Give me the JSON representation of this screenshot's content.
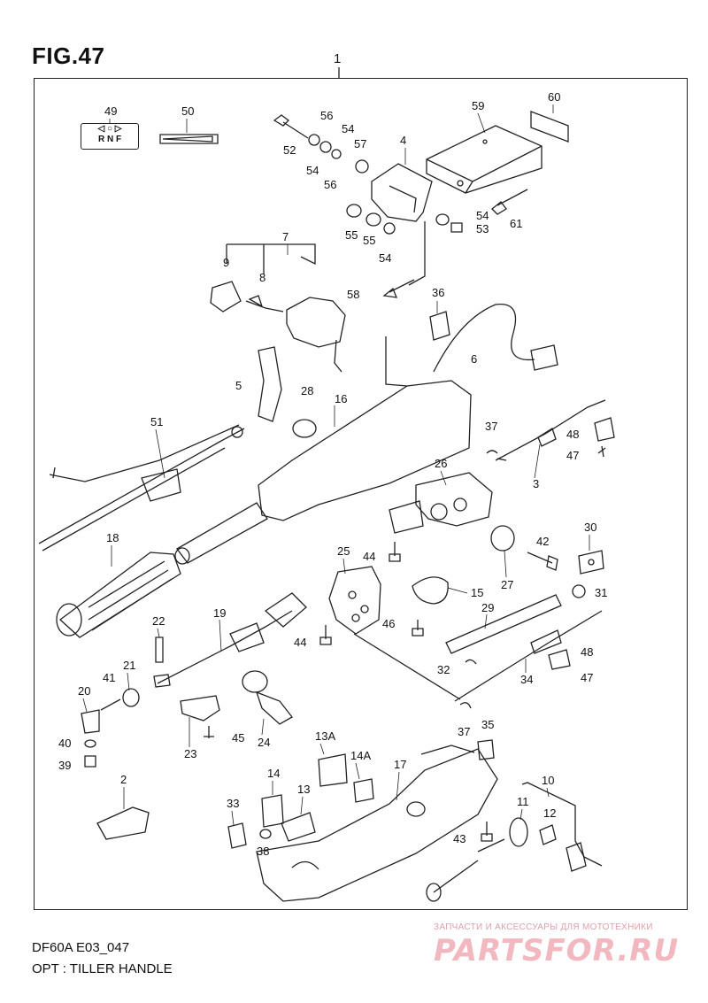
{
  "figure": {
    "title": "FIG.47",
    "main_ref": "1"
  },
  "footer": {
    "code": "DF60A E03_047",
    "caption": "OPT : TILLER HANDLE"
  },
  "watermark": {
    "tagline": "ЗАПЧАСТИ И АКСЕССУАРЫ ДЛЯ МОТОТЕХНИКИ",
    "logo": "PARTSFOR.RU"
  },
  "decal_49": {
    "top": "◁ ○ ▷",
    "bottom": "R N F"
  },
  "callouts": [
    "49",
    "50",
    "52",
    "56",
    "54",
    "57",
    "54",
    "56",
    "4",
    "59",
    "60",
    "61",
    "54",
    "53",
    "55",
    "55",
    "54",
    "7",
    "9",
    "8",
    "58",
    "36",
    "6",
    "5",
    "28",
    "16",
    "51",
    "37",
    "48",
    "47",
    "3",
    "26",
    "30",
    "18",
    "44",
    "25",
    "42",
    "27",
    "15",
    "31",
    "22",
    "19",
    "29",
    "46",
    "44",
    "21",
    "41",
    "20",
    "32",
    "48",
    "34",
    "47",
    "40",
    "39",
    "23",
    "45",
    "24",
    "37",
    "35",
    "13A",
    "14A",
    "17",
    "14",
    "13",
    "10",
    "2",
    "33",
    "11",
    "12",
    "43",
    "38"
  ],
  "colors": {
    "line": "#222222",
    "watermark": "#f2b8c0"
  }
}
